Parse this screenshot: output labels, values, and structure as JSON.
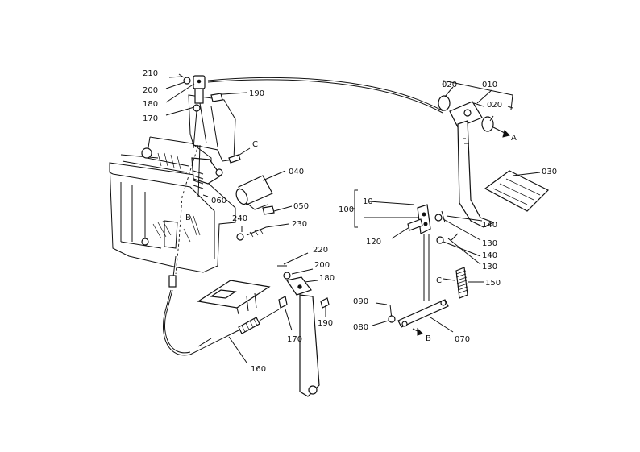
{
  "diagram": {
    "labels": {
      "p210": "210",
      "p200a": "200",
      "p180a": "180",
      "p170a": "170",
      "p190a": "190",
      "pC1": "C",
      "p060": "060",
      "pB1": "B",
      "p040": "040",
      "p050": "050",
      "p240": "240",
      "p230": "230",
      "p220": "220",
      "p200b": "200",
      "p180b": "180",
      "p170b": "170",
      "p190b": "190",
      "p160": "160",
      "p020a": "020",
      "p010": "010",
      "p020b": "020",
      "pA": "A",
      "p030": "030",
      "p10": "10",
      "p100": "100",
      "p120": "120",
      "p140a": "140",
      "p130a": "130",
      "p140b": "140",
      "p130b": "130",
      "pC2": "C",
      "p150": "150",
      "p090": "090",
      "p080": "080",
      "pB2": "B",
      "p070": "070"
    }
  }
}
